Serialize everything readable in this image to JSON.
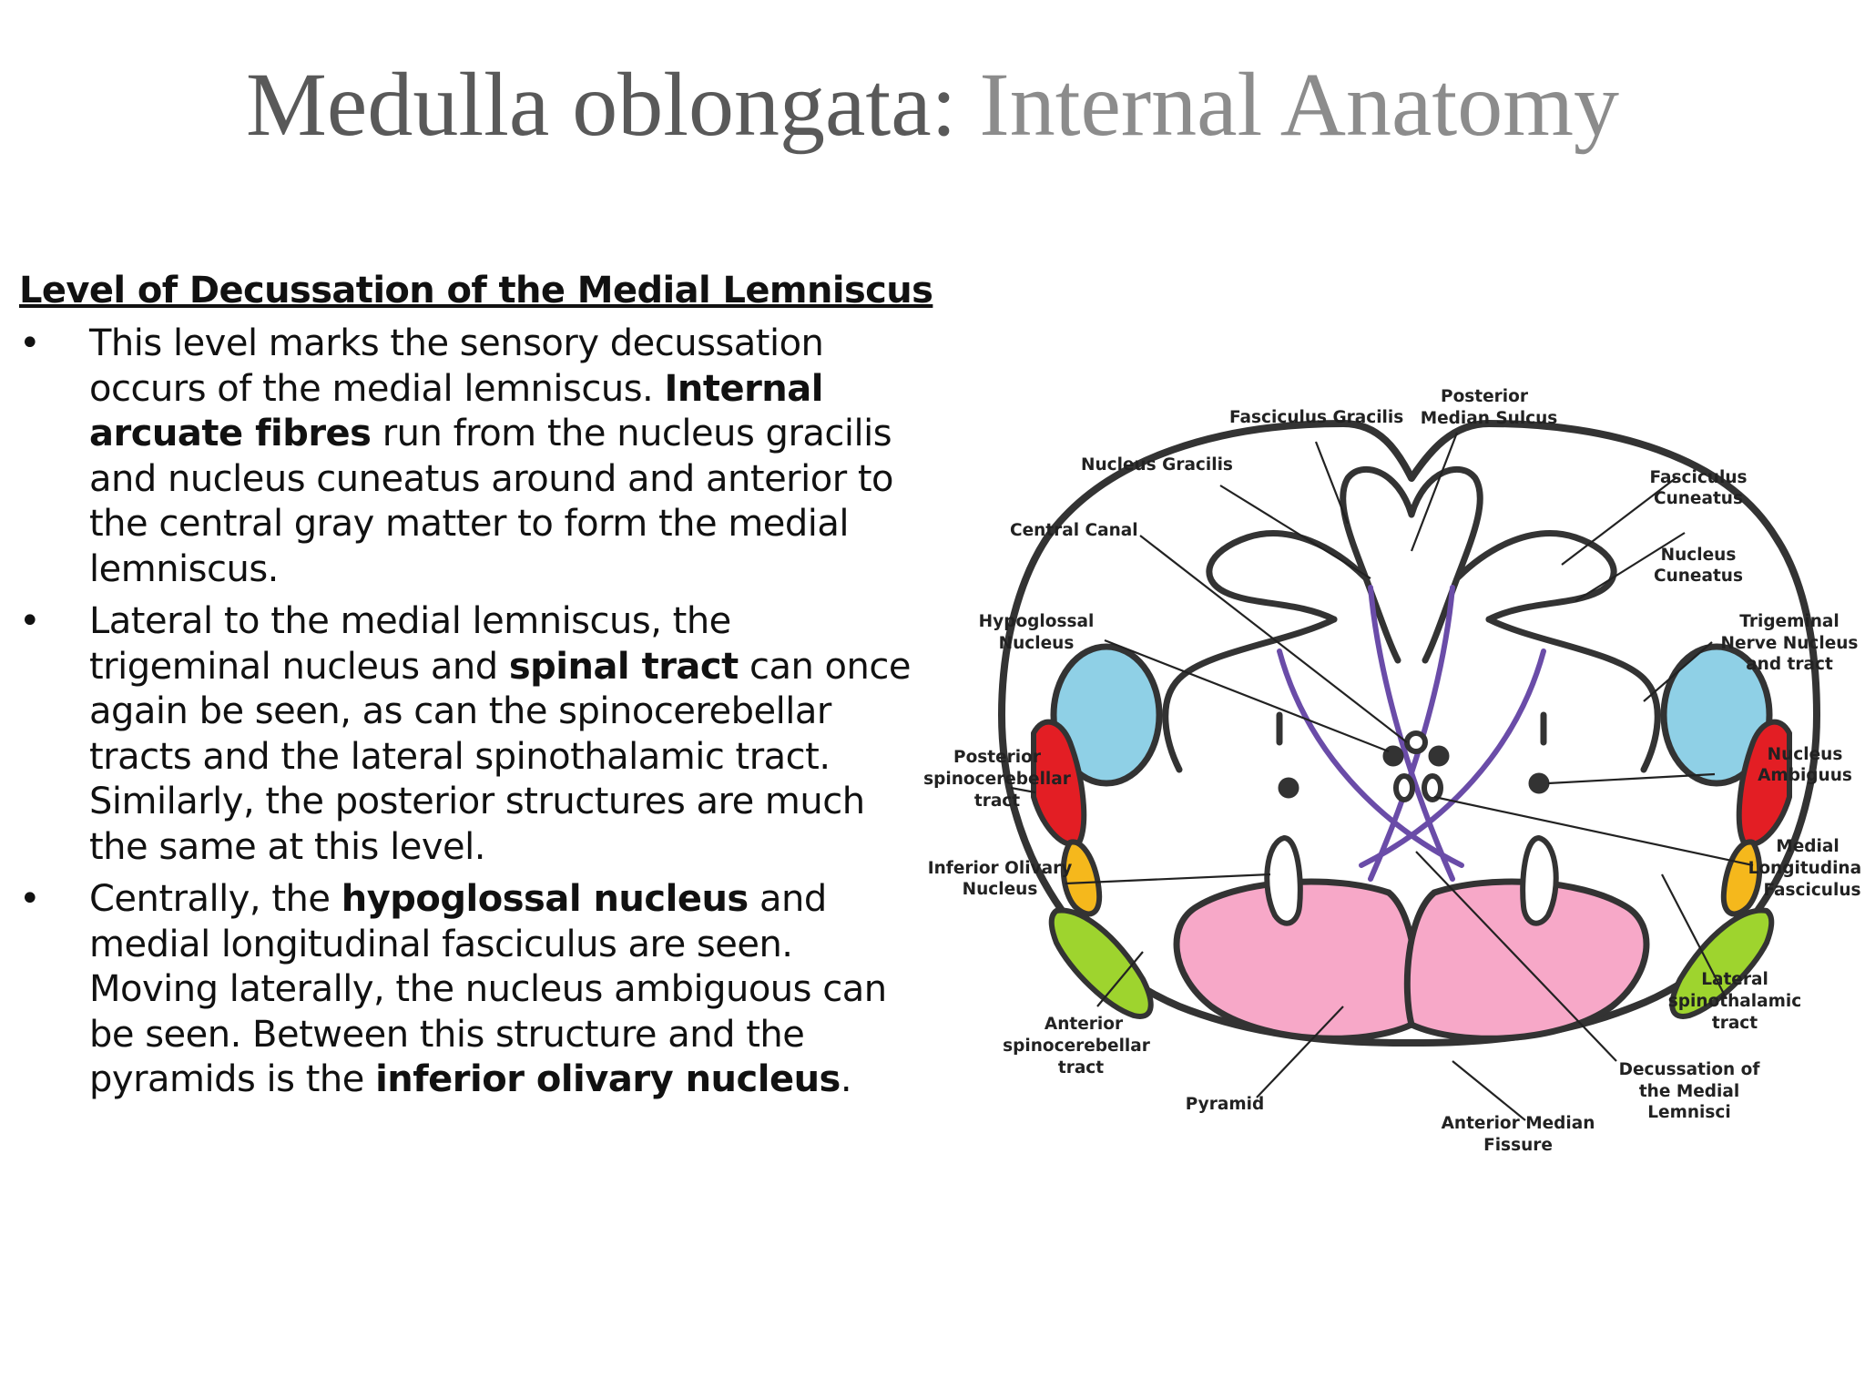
{
  "title": {
    "part1": "Medulla oblongata:",
    "part2": "Internal Anatomy"
  },
  "section": {
    "heading": "Level of Decussation of the Medial Lemniscus",
    "bullet_glyph": "•",
    "bullets": [
      {
        "t1": "This level marks the sensory decussation occurs of the medial lemniscus. ",
        "b1": "Internal arcuate fibres",
        "t2": " run from the nucleus gracilis and nucleus cuneatus around and anterior to the central gray matter to form the medial lemniscus."
      },
      {
        "t1": "Lateral to the medial lemniscus, the trigeminal nucleus and ",
        "b1": "spinal tract",
        "t2": " can once again be seen, as can the spinocerebellar tracts and the lateral spinothalamic tract. Similarly, the posterior structures are much the same at this level."
      },
      {
        "t1": "Centrally, the ",
        "b1": "hypoglossal nucleus",
        "t2": " and medial longitudinal fasciculus are seen. Moving laterally, the nucleus ambiguous can be seen. Between this structure and the pyramids is the ",
        "b2": "inferior olivary nucleus",
        "t3": "."
      }
    ]
  },
  "diagram": {
    "colors": {
      "outline": "#333333",
      "trigeminal": "#8fd0e6",
      "posterior_spinocerebellar": "#e31e24",
      "lateral_spinothalamic": "#f5b81c",
      "anterior_spinocerebellar": "#9ed42e",
      "pyramid": "#f7a8c8",
      "lemniscus": "#6a4ca8"
    },
    "labels": {
      "fasciculus_gracilis": "Fasciculus Gracilis",
      "posterior_median_sulcus_1": "Posterior",
      "posterior_median_sulcus_2": "Median Sulcus",
      "nucleus_gracilis": "Nucleus Gracilis",
      "fasciculus_cuneatus_1": "Fasciculus",
      "fasciculus_cuneatus_2": "Cuneatus",
      "central_canal": "Central Canal",
      "nucleus_cuneatus_1": "Nucleus",
      "nucleus_cuneatus_2": "Cuneatus",
      "hypoglossal_nucleus_1": "Hypoglossal",
      "hypoglossal_nucleus_2": "Nucleus",
      "trigeminal_1": "Trigeminal",
      "trigeminal_2": "Nerve Nucleus",
      "trigeminal_3": "and tract",
      "posterior_spinocerebellar_1": "Posterior",
      "posterior_spinocerebellar_2": "spinocerebellar",
      "posterior_spinocerebellar_3": "tract",
      "nucleus_ambiguus_1": "Nucleus",
      "nucleus_ambiguus_2": "Ambiguus",
      "inferior_olivary_1": "Inferior Olivary",
      "inferior_olivary_2": "Nucleus",
      "mlf_1": "Medial",
      "mlf_2": "Longitudinal",
      "mlf_3": "Fasciculus",
      "lateral_spinothalamic_1": "Lateral",
      "lateral_spinothalamic_2": "spinothalamic",
      "lateral_spinothalamic_3": "tract",
      "anterior_spinocerebellar_1": "Anterior",
      "anterior_spinocerebellar_2": "spinocerebellar",
      "anterior_spinocerebellar_3": "tract",
      "decussation_1": "Decussation of",
      "decussation_2": "the Medial",
      "decussation_3": "Lemnisci",
      "pyramid": "Pyramid",
      "anterior_median_fissure_1": "Anterior Median",
      "anterior_median_fissure_2": "Fissure"
    }
  }
}
